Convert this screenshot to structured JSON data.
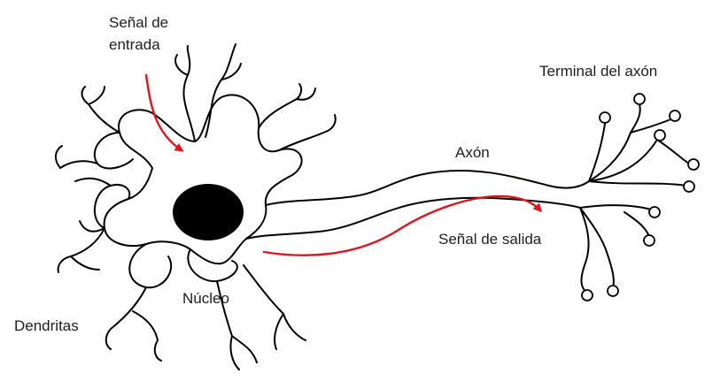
{
  "labels": {
    "input_signal_line1": "Señal de",
    "input_signal_line2": "entrada",
    "axon_terminal": "Terminal del axón",
    "axon": "Axón",
    "output_signal": "Señal de salida",
    "nucleus": "Núcleo",
    "dendrites": "Dendritas"
  },
  "colors": {
    "signal_arrow": "#e0141e",
    "nucleus": "#000000",
    "outline": "#000000",
    "background": "#ffffff"
  }
}
